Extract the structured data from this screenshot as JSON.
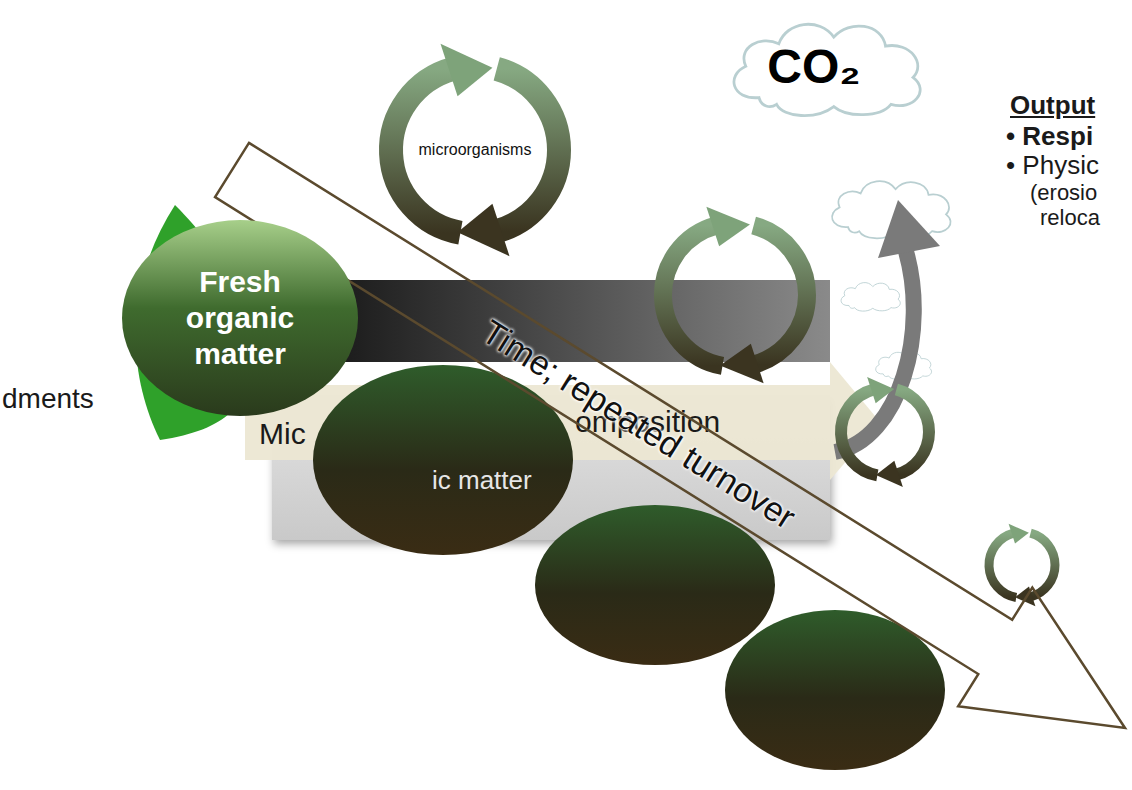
{
  "diagram": {
    "nodes": [
      {
        "text": [
          "CO₂"
        ]
      },
      {
        "text": [
          "microorganisms"
        ]
      },
      {
        "text": [
          "Fresh organic matter"
        ]
      },
      {
        "text": [
          "Mic",
          "omposition"
        ]
      },
      {
        "text": [
          "ic matter"
        ]
      },
      {
        "text": [
          "Time; repeated turnover"
        ]
      }
    ],
    "labels": [
      "dments",
      "Output",
      "• Respi",
      "• Physic",
      "(erosio",
      "reloca"
    ]
  }
}
